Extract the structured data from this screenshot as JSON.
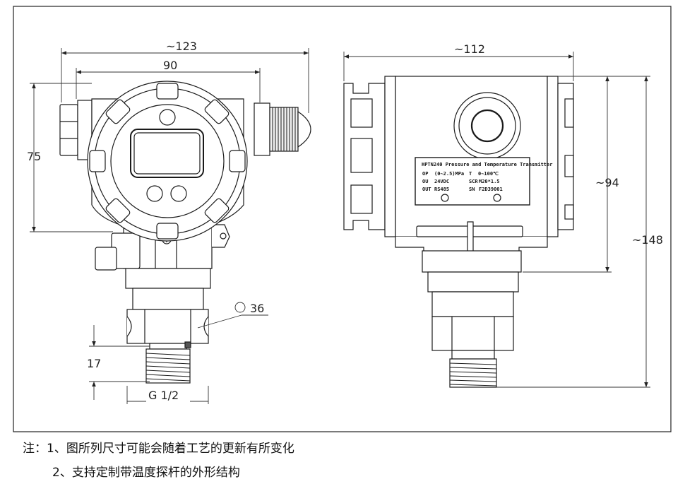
{
  "dimensions": {
    "front_total_width": "~123",
    "front_flange_width": "90",
    "front_height": "75",
    "wrench_size": "36",
    "thread_length": "17",
    "thread_spec": "G 1/2",
    "side_width": "~112",
    "side_height_body": "~94",
    "side_height_total": "~148"
  },
  "nameplate": {
    "title": "HPTN240 Pressure and Temperature Transmitter",
    "row1_left_key": "OP",
    "row1_left_val": "(0~2.5)MPa",
    "row1_right_key": "T",
    "row1_right_val": "0~100℃",
    "row2_left_key": "OU",
    "row2_left_val": "24VDC",
    "row2_right_key": "SCR",
    "row2_right_val": "M20*1.5",
    "row3_left_key": "OUT",
    "row3_left_val": "RS485",
    "row3_right_key": "SN",
    "row3_right_val": "F2D39001"
  },
  "notes": {
    "line1": "注：1、图所列尺寸可能会随着工艺的更新有所变化",
    "line2": "2、支持定制带温度探杆的外形结构"
  },
  "colors": {
    "line": "#1a1a1a",
    "fill": "#ffffff",
    "shade": "#e8e8e8"
  }
}
